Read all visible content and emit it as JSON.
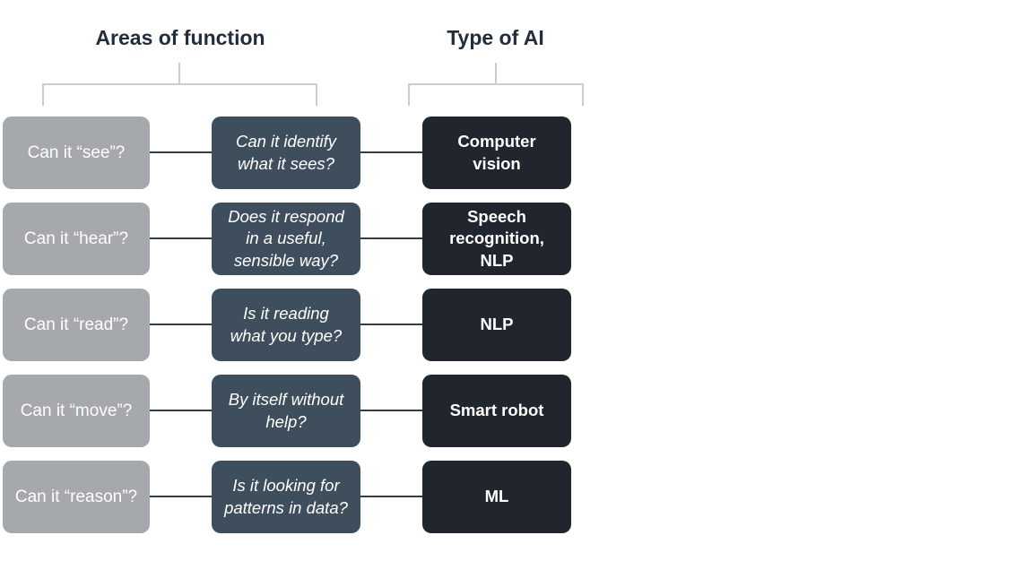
{
  "diagram": {
    "headers": {
      "areas_of_function": "Areas of function",
      "type_of_ai": "Type of AI"
    },
    "colors": {
      "function_box": "#a5a8ac",
      "question_box": "#3e4e5c",
      "ai_type_box": "#20252e",
      "header_text": "#1f2d3d",
      "connector_line": "#2e3d4c",
      "bracket_line": "#c9cdd1",
      "box_text": "#ffffff",
      "background": "#ffffff"
    },
    "rows": [
      {
        "function": "Can it “see”?",
        "question": "Can it identify\nwhat it sees?",
        "ai_type": "Computer\nvision"
      },
      {
        "function": "Can it “hear”?",
        "question": "Does it respond\nin a useful,\nsensible way?",
        "ai_type": "Speech\nrecognition,\nNLP"
      },
      {
        "function": "Can it “read”?",
        "question": "Is it reading\nwhat you type?",
        "ai_type": "NLP"
      },
      {
        "function": "Can it “move”?",
        "question": "By itself without\nhelp?",
        "ai_type": "Smart robot"
      },
      {
        "function": "Can it “reason”?",
        "question": "Is it looking for\npatterns in data?",
        "ai_type": "ML"
      }
    ]
  }
}
